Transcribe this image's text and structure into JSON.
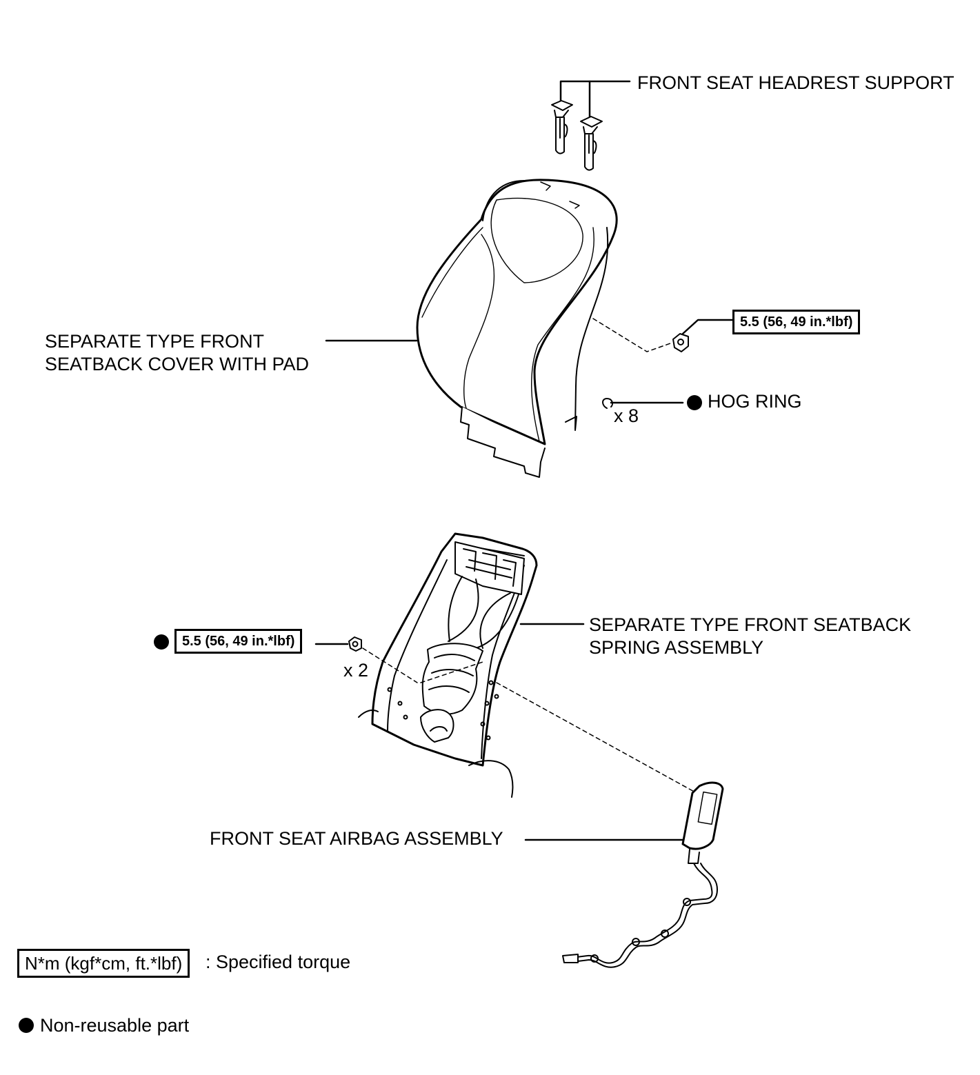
{
  "labels": {
    "headrest_support": "FRONT SEAT HEADREST SUPPORT",
    "cover_line1": "SEPARATE TYPE FRONT",
    "cover_line2": "SEATBACK COVER WITH PAD",
    "hog_ring": "HOG RING",
    "hog_ring_qty": "x 8",
    "spring_line1": "SEPARATE TYPE FRONT SEATBACK",
    "spring_line2": "SPRING ASSEMBLY",
    "nut_qty": "x 2",
    "airbag": "FRONT SEAT AIRBAG ASSEMBLY"
  },
  "torque_values": {
    "cover_nut": "5.5 (56, 49 in.*lbf)",
    "spring_nut": "5.5 (56, 49 in.*lbf)"
  },
  "legend": {
    "torque_unit": "N*m (kgf*cm, ft.*lbf)",
    "torque_desc": ": Specified torque",
    "nonreusable": "Non-reusable part"
  },
  "colors": {
    "line": "#000000",
    "background": "#ffffff"
  }
}
